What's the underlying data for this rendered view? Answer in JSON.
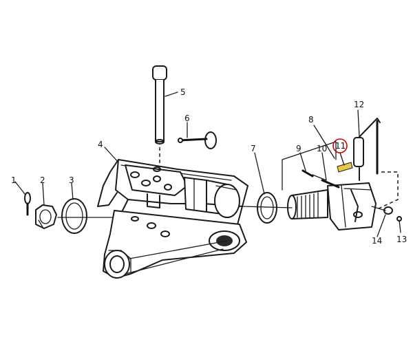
{
  "highlight_color": "#cc0000",
  "part_color": "#e8c74a",
  "callouts": [
    {
      "label": "1"
    },
    {
      "label": "2"
    },
    {
      "label": "3"
    },
    {
      "label": "4"
    },
    {
      "label": "5"
    },
    {
      "label": "6"
    },
    {
      "label": "7"
    },
    {
      "label": "8"
    },
    {
      "label": "9"
    },
    {
      "label": "10"
    },
    {
      "label": "11"
    },
    {
      "label": "12"
    },
    {
      "label": "13"
    },
    {
      "label": "14"
    }
  ]
}
